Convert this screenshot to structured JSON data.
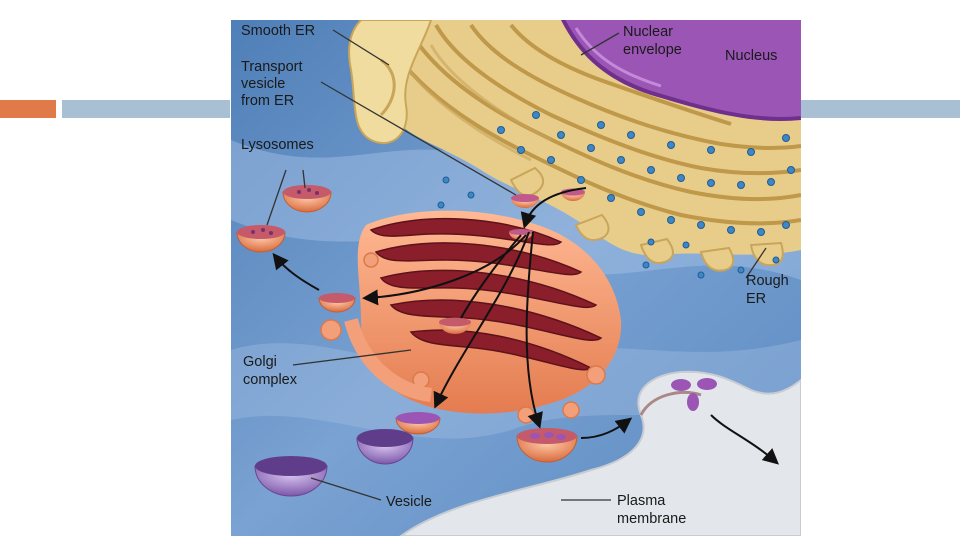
{
  "labels": {
    "smooth_er": "Smooth ER",
    "transport_1": "Transport",
    "transport_2": "vesicle",
    "transport_3": "from ER",
    "lysosomes": "Lysosomes",
    "golgi_1": "Golgi",
    "golgi_2": "complex",
    "vesicle": "Vesicle",
    "nuclear_1": "Nuclear",
    "nuclear_2": "envelope",
    "nucleus": "Nucleus",
    "rough_1": "Rough",
    "rough_2": "ER",
    "plasma_1": "Plasma",
    "plasma_2": "membrane"
  },
  "colors": {
    "cytoplasm": "#6d95c8",
    "er": "#e8cd8a",
    "nucleus": "#9b55b5",
    "golgi": "#f3a07a",
    "golgi_lumen": "#8a1e2a",
    "vesicle_orange": "#ef8f63",
    "vesicle_purple": "#a17cc4",
    "ribosome": "#3f86c4",
    "membrane": "#d9dde3",
    "accent_orange": "#e07a48",
    "accent_blue": "#a9bfd3"
  }
}
